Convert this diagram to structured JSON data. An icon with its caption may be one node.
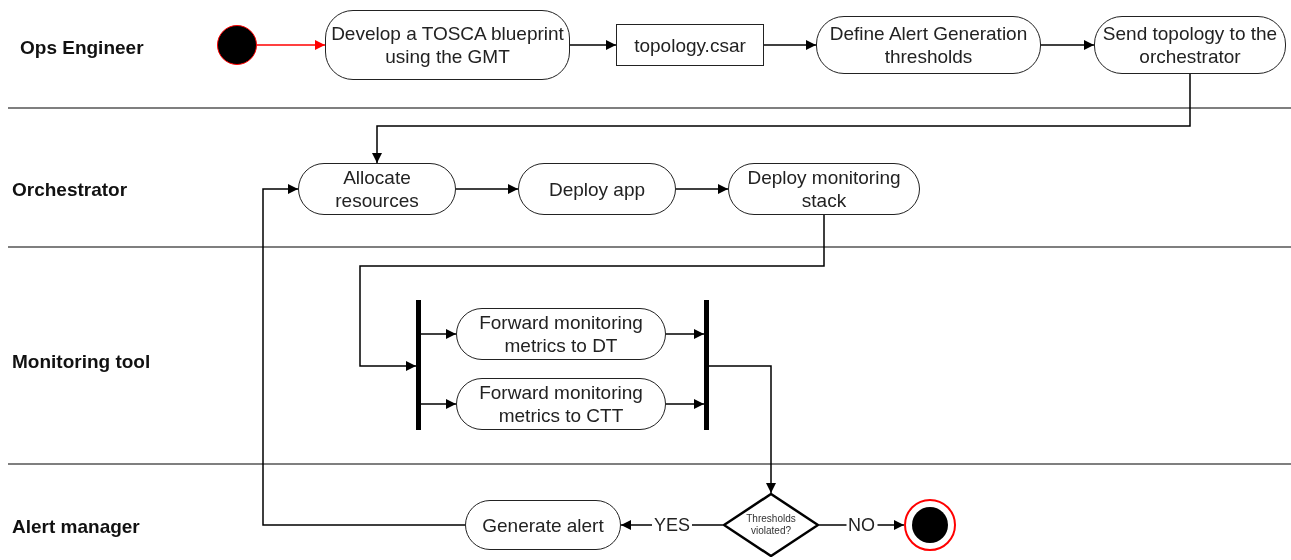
{
  "diagram": {
    "nodes": [
      {
        "text": [],
        "shape": "circle"
      },
      {
        "text": [
          "Develop a TOSCA blueprint using the GMT"
        ]
      },
      {
        "text": [
          "topology.csar"
        ]
      },
      {
        "text": [
          "Define Alert Generation thresholds"
        ]
      },
      {
        "text": [
          "Send topology to the orchestrator"
        ]
      },
      {
        "text": [
          "Allocate resources"
        ]
      },
      {
        "text": [
          "Deploy app"
        ]
      },
      {
        "text": [
          "Deploy monitoring stack"
        ]
      },
      {
        "text": [],
        "shape": "bar"
      },
      {
        "text": [
          "Forward monitoring metrics to DT"
        ]
      },
      {
        "text": [
          "Forward monitoring metrics to CTT"
        ]
      },
      {
        "text": [],
        "shape": "bar"
      },
      {
        "text": [
          "Generate alert"
        ]
      },
      {
        "text": [
          "Thresholds violated?"
        ]
      },
      {
        "text": [],
        "shape": "circle"
      }
    ],
    "edges": [
      {
        "from": 0,
        "to": 1,
        "arrow": "to",
        "color": "#ff0000"
      },
      {
        "from": 1,
        "to": 2,
        "arrow": "to"
      },
      {
        "from": 2,
        "to": 3,
        "arrow": "to"
      },
      {
        "from": 3,
        "to": 4,
        "arrow": "to"
      },
      {
        "from": 4,
        "to": 5,
        "arrow": "to"
      },
      {
        "from": 5,
        "to": 6,
        "arrow": "to"
      },
      {
        "from": 6,
        "to": 7,
        "arrow": "to"
      },
      {
        "from": 7,
        "to": 8,
        "arrow": "to"
      },
      {
        "from": 8,
        "to": 9,
        "arrow": "to"
      },
      {
        "from": 8,
        "to": 10,
        "arrow": "to"
      },
      {
        "from": 9,
        "to": 11,
        "arrow": "to"
      },
      {
        "from": 10,
        "to": 11,
        "arrow": "to"
      },
      {
        "from": 11,
        "to": 13,
        "arrow": "to"
      },
      {
        "from": 13,
        "to": 12,
        "arrow": "to",
        "label": "YES"
      },
      {
        "from": 13,
        "to": 14,
        "arrow": "to",
        "label": "NO"
      },
      {
        "from": 12,
        "to": 5,
        "arrow": "to"
      }
    ],
    "labels": [
      "Ops Engineer",
      "Orchestrator",
      "Monitoring tool",
      "Alert manager"
    ]
  }
}
